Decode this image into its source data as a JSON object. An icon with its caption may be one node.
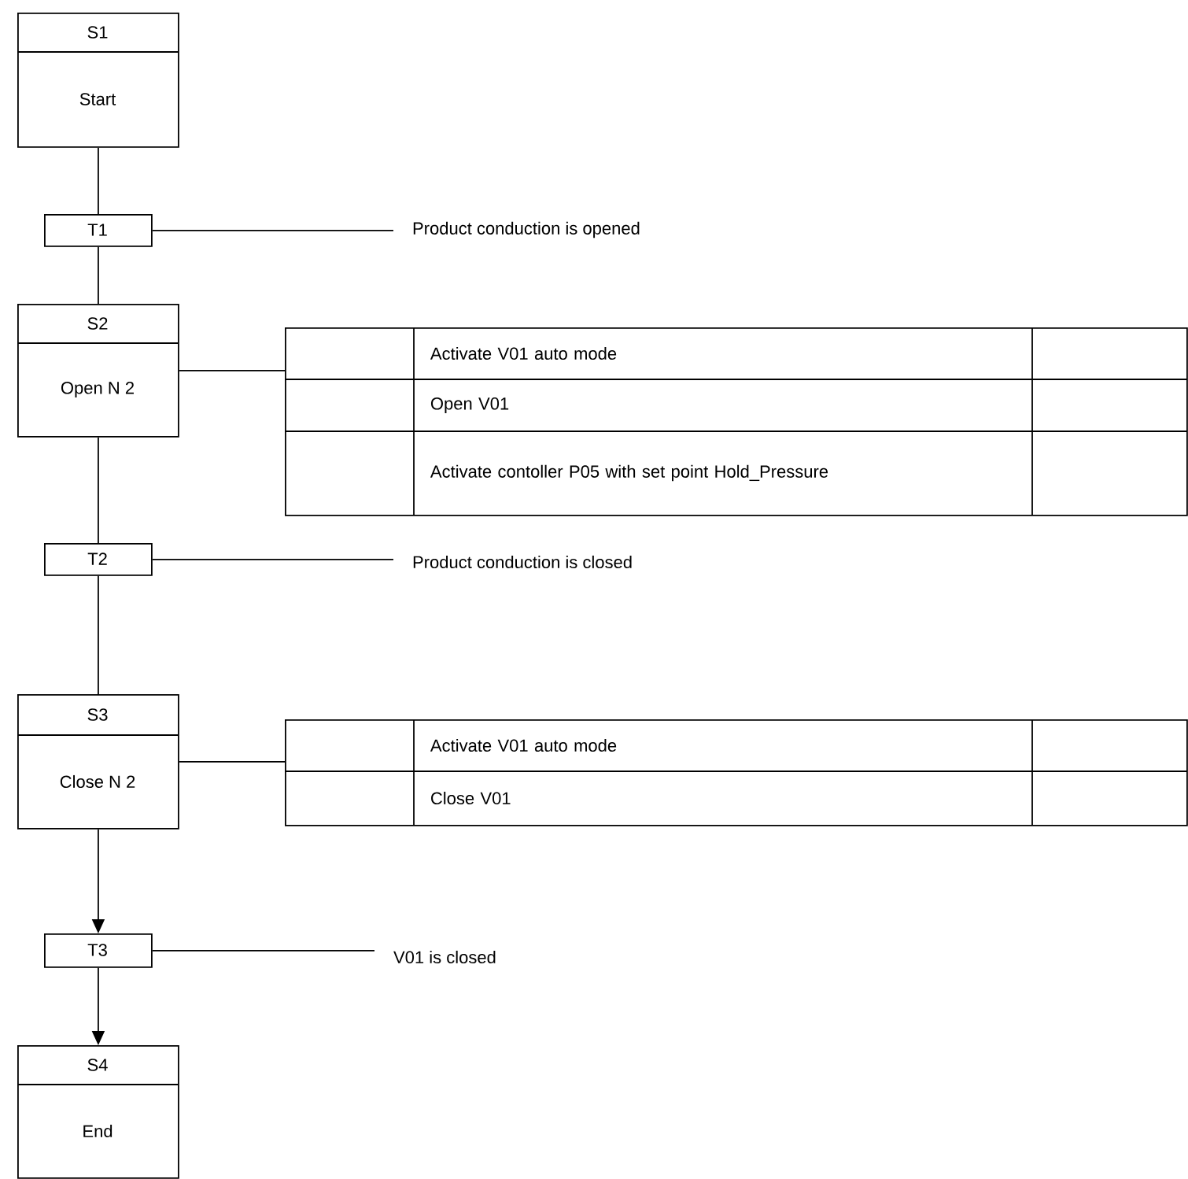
{
  "diagram": {
    "nodes": [
      {
        "text": [
          "S1",
          "Start"
        ]
      },
      {
        "text": [
          "T1"
        ]
      },
      {
        "text": [
          "Product conduction is opened"
        ]
      },
      {
        "text": [
          "S2",
          "Open N 2"
        ]
      },
      {
        "text": [
          "Activate V01 auto mode",
          "Open V01",
          "Activate contoller P05 with set point Hold_Pressure"
        ]
      },
      {
        "text": [
          "T2"
        ]
      },
      {
        "text": [
          "Product conduction is closed"
        ]
      },
      {
        "text": [
          "S3",
          "Close N 2"
        ]
      },
      {
        "text": [
          "Activate V01 auto mode",
          "Close V01"
        ]
      },
      {
        "text": [
          "T3"
        ]
      },
      {
        "text": [
          "V01 is closed"
        ]
      },
      {
        "text": [
          "S4",
          "End"
        ]
      }
    ],
    "edges": [
      {
        "from": 0,
        "to": 1,
        "arrow": "none"
      },
      {
        "from": 1,
        "to": 2,
        "arrow": "none"
      },
      {
        "from": 1,
        "to": 3,
        "arrow": "none"
      },
      {
        "from": 3,
        "to": 4,
        "arrow": "none"
      },
      {
        "from": 3,
        "to": 5,
        "arrow": "none"
      },
      {
        "from": 5,
        "to": 6,
        "arrow": "none"
      },
      {
        "from": 5,
        "to": 7,
        "arrow": "none"
      },
      {
        "from": 7,
        "to": 8,
        "arrow": "none"
      },
      {
        "from": 7,
        "to": 9,
        "arrow": "to"
      },
      {
        "from": 9,
        "to": 10,
        "arrow": "none"
      },
      {
        "from": 9,
        "to": 11,
        "arrow": "to"
      }
    ]
  }
}
